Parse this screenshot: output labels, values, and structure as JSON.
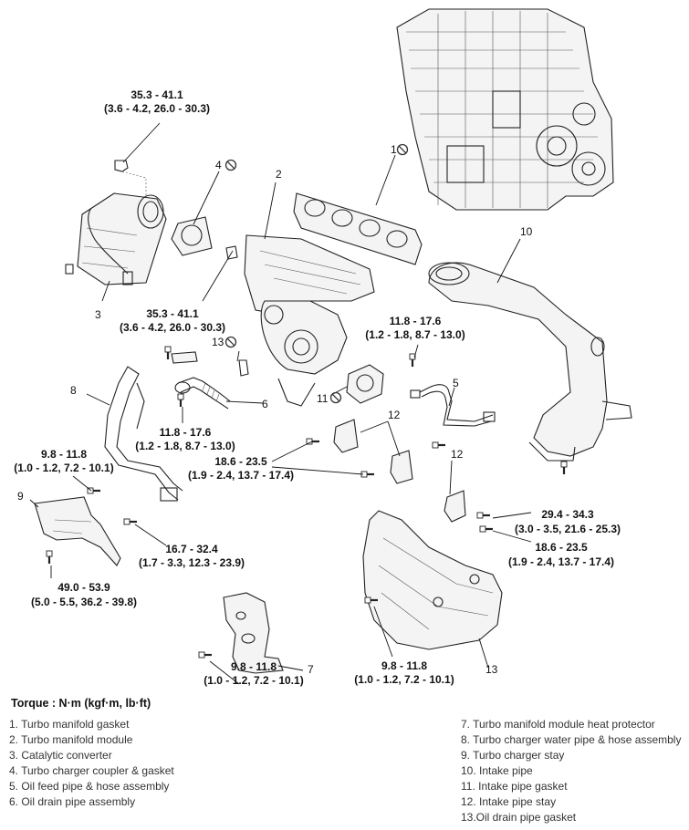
{
  "callout_numbers": [
    "1",
    "2",
    "3",
    "4",
    "5",
    "6",
    "7",
    "8",
    "9",
    "10",
    "11",
    "12",
    "12",
    "13"
  ],
  "torque_specs": [
    {
      "line1": "35.3 - 41.1",
      "line2": "(3.6 - 4.2, 26.0 - 30.3)"
    },
    {
      "line1": "35.3 - 41.1",
      "line2": "(3.6 - 4.2, 26.0 - 30.3)"
    },
    {
      "line1": "11.8 - 17.6",
      "line2": "(1.2 - 1.8, 8.7 - 13.0)"
    },
    {
      "line1": "11.8 - 17.6",
      "line2": "(1.2 - 1.8, 8.7 - 13.0)"
    },
    {
      "line1": "18.6 - 23.5",
      "line2": "(1.9 - 2.4, 13.7 - 17.4)"
    },
    {
      "line1": "9.8 - 11.8",
      "line2": "(1.0 - 1.2, 7.2 - 10.1)"
    },
    {
      "line1": "16.7 - 32.4",
      "line2": "(1.7 - 3.3, 12.3 - 23.9)"
    },
    {
      "line1": "49.0 - 53.9",
      "line2": "(5.0 - 5.5, 36.2 - 39.8)"
    },
    {
      "line1": "29.4 - 34.3",
      "line2": "(3.0 - 3.5, 21.6 - 25.3)"
    },
    {
      "line1": "18.6 - 23.5",
      "line2": "(1.9 - 2.4, 13.7 - 17.4)"
    },
    {
      "line1": "9.8 - 11.8",
      "line2": "(1.0 - 1.2, 7.2 - 10.1)"
    },
    {
      "line1": "9.8 - 11.8",
      "line2": "(1.0 - 1.2, 7.2 - 10.1)"
    }
  ],
  "torque_heading": "Torque : N·m (kgf·m, lb·ft)",
  "legend_left": [
    "1. Turbo manifold gasket",
    "2. Turbo manifold module",
    "3. Catalytic converter",
    "4. Turbo charger coupler & gasket",
    "5. Oil feed pipe & hose assembly",
    "6. Oil drain pipe assembly"
  ],
  "legend_right": [
    "7. Turbo manifold module heat protector",
    "8. Turbo charger water pipe & hose assembly",
    "9. Turbo charger stay",
    "10. Intake pipe",
    "11. Intake pipe gasket",
    "12. Intake pipe stay",
    "13.Oil drain pipe gasket"
  ],
  "icons": {
    "do_not_reuse": "no-reuse-icon"
  }
}
